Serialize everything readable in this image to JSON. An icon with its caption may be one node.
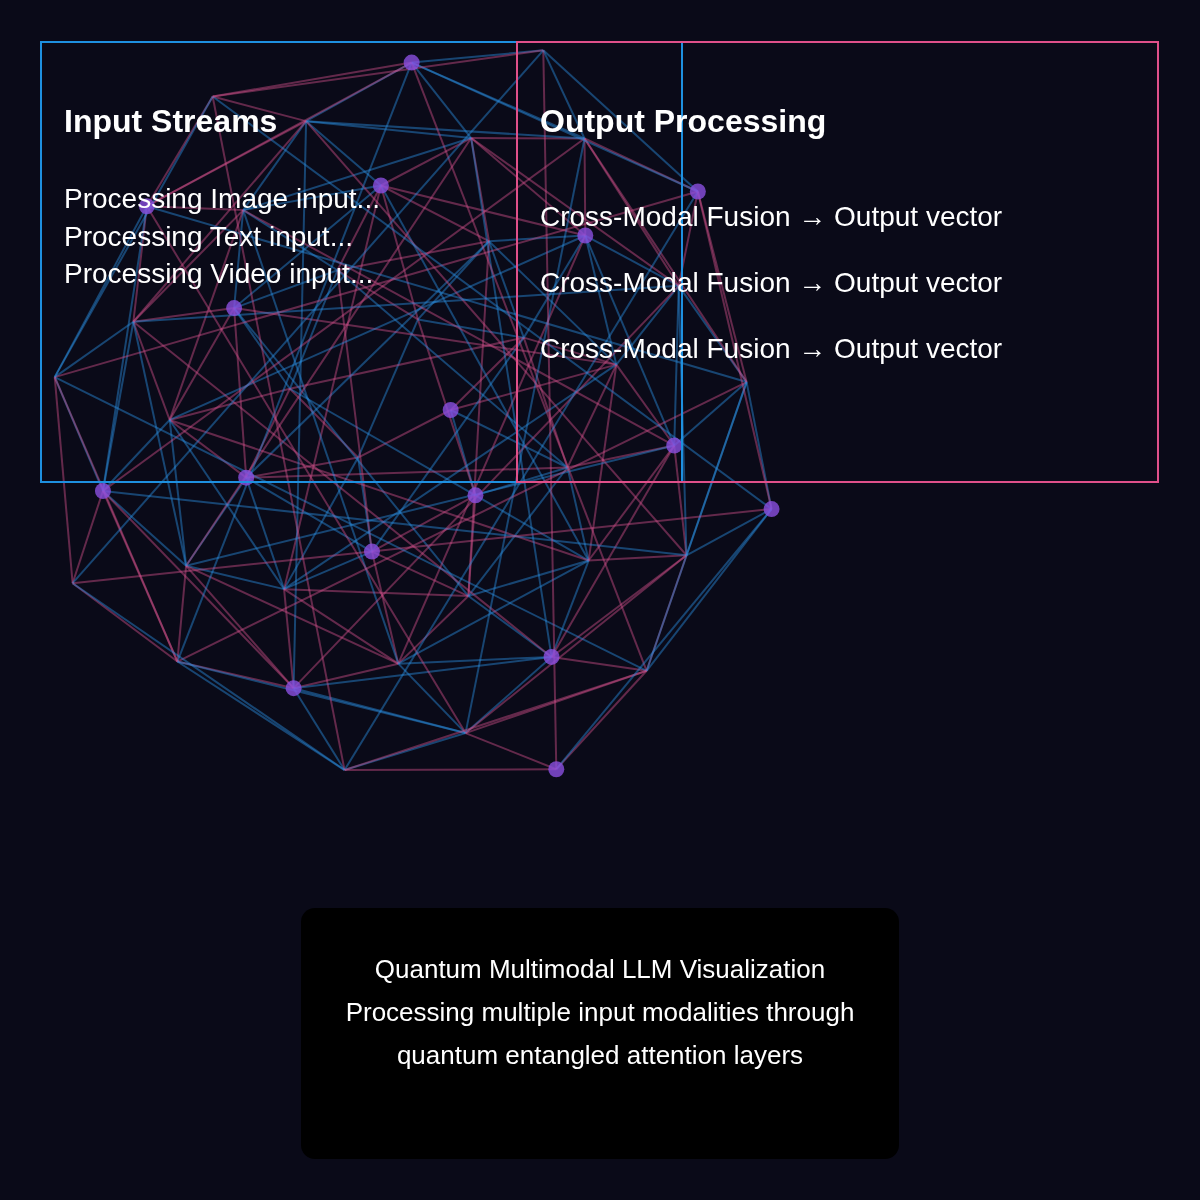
{
  "diagram": {
    "nodes": [
      {
        "text": [
          "Input Streams",
          "Processing Image input...",
          "Processing Text input...",
          "Processing Video input..."
        ]
      },
      {
        "text": [
          "Output Processing",
          "Cross-Modal Fusion → Output vector",
          "Cross-Modal Fusion → Output vector",
          "Cross-Modal Fusion → Output vector"
        ]
      },
      {
        "text": [
          "Quantum Multimodal LLM Visualization",
          "Processing multiple input modalities through quantum entangled attention layers"
        ]
      }
    ]
  }
}
